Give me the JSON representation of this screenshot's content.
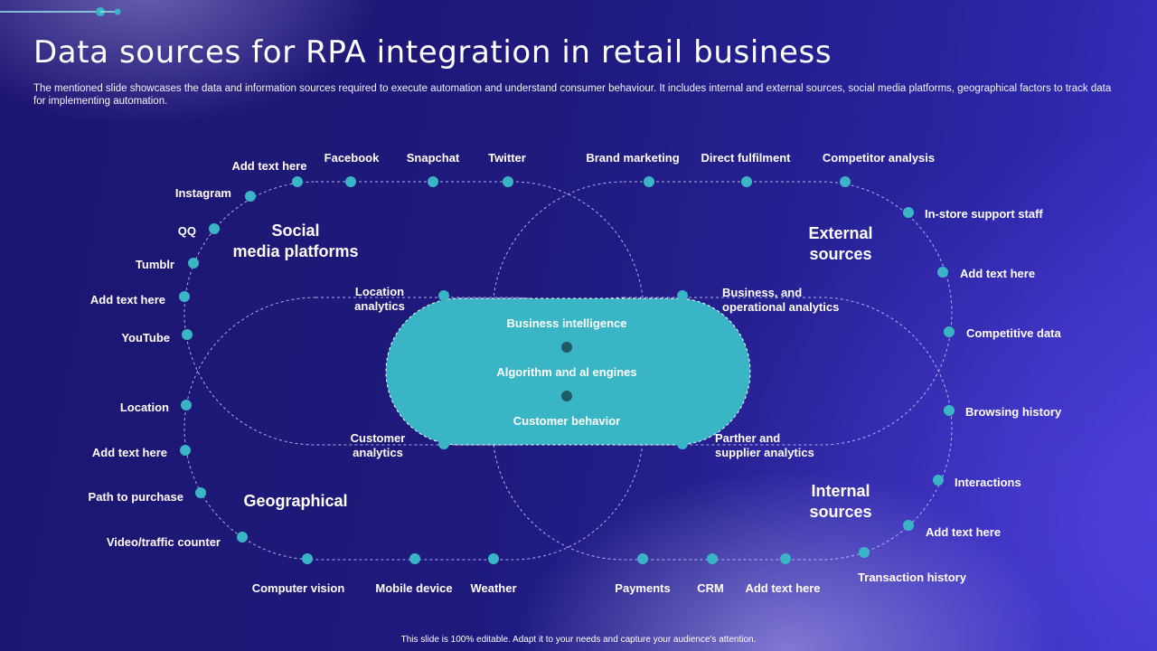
{
  "slide": {
    "title": "Data sources for RPA integration in retail business",
    "description": "The mentioned slide showcases the data and information sources required to execute automation and understand consumer behaviour. It includes internal and external sources, social media platforms, geographical factors to track data for implementing automation.",
    "footer": "This slide is 100% editable. Adapt it to your needs and capture your audience's attention."
  },
  "colors": {
    "accent": "#3ab5c6",
    "core_fill": "#3ab5c6",
    "core_dot": "#1e5b63",
    "outline": "#c9c6ff"
  },
  "categories": {
    "social": "Social\nmedia platforms",
    "external": "External\nsources",
    "geographical": "Geographical",
    "internal": "Internal\nsources"
  },
  "core": {
    "items": [
      "Business intelligence",
      "Algorithm and al engines",
      "Customer behavior"
    ]
  },
  "analytics": {
    "location": "Location\nanalytics",
    "business_operational": "Business, and\noperational analytics",
    "customer": "Customer\nanalytics",
    "partner_supplier": "Parther and\nsupplier analytics"
  },
  "social_items": {
    "add_text_top": "Add text here",
    "facebook": "Facebook",
    "snapchat": "Snapchat",
    "twitter": "Twitter",
    "instagram": "Instagram",
    "qq": "QQ",
    "tumblr": "Tumblr",
    "add_text_left": "Add text here",
    "youtube": "YouTube"
  },
  "external_items": {
    "brand_marketing": "Brand marketing",
    "direct_fulfilment": "Direct fulfilment",
    "competitor_analysis": "Competitor analysis",
    "instore_support": "In-store support staff",
    "add_text": "Add text here",
    "competitive_data": "Competitive data"
  },
  "geo_items": {
    "location": "Location",
    "add_text": "Add text here",
    "path_to_purchase": "Path to purchase",
    "video_traffic": "Video/traffic counter",
    "computer_vision": "Computer vision",
    "mobile_device": "Mobile device",
    "weather": "Weather"
  },
  "internal_items": {
    "browsing_history": "Browsing history",
    "interactions": "Interactions",
    "add_text": "Add text here",
    "transaction_history": "Transaction history",
    "payments": "Payments",
    "crm": "CRM",
    "add_text_bottom": "Add text here"
  }
}
